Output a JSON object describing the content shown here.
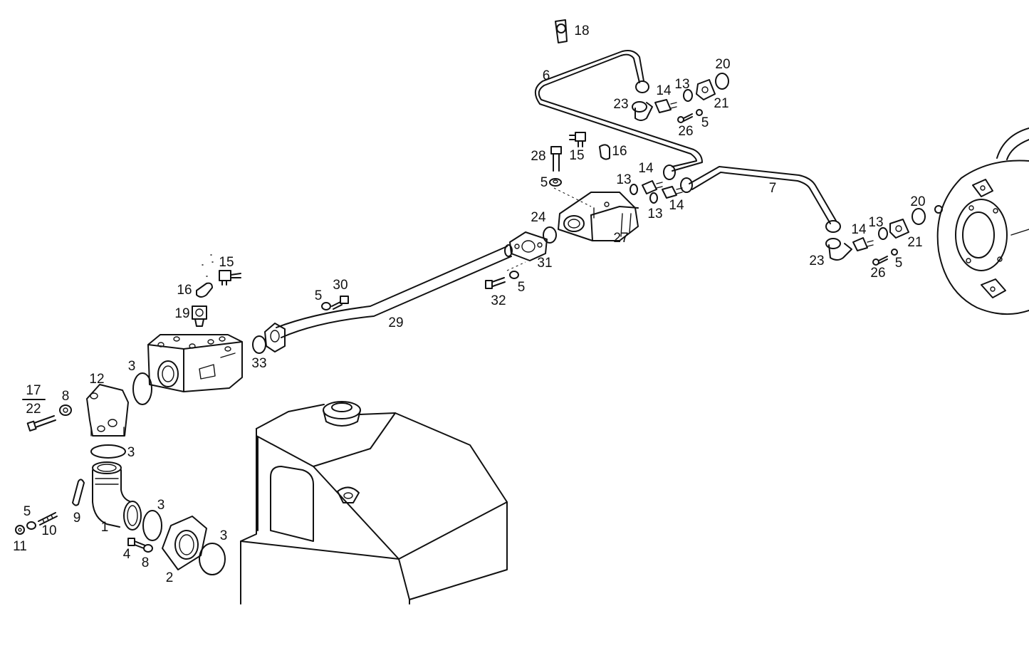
{
  "diagram": {
    "callouts": [
      {
        "id": "c1",
        "text": "1"
      },
      {
        "id": "c2",
        "text": "2"
      },
      {
        "id": "c3a",
        "text": "3"
      },
      {
        "id": "c3b",
        "text": "3"
      },
      {
        "id": "c3c",
        "text": "3"
      },
      {
        "id": "c3d",
        "text": "3"
      },
      {
        "id": "c4",
        "text": "4"
      },
      {
        "id": "c5a",
        "text": "5"
      },
      {
        "id": "c5b",
        "text": "5"
      },
      {
        "id": "c5c",
        "text": "5"
      },
      {
        "id": "c5d",
        "text": "5"
      },
      {
        "id": "c5e",
        "text": "5"
      },
      {
        "id": "c5f",
        "text": "5"
      },
      {
        "id": "c6",
        "text": "6"
      },
      {
        "id": "c7",
        "text": "7"
      },
      {
        "id": "c8a",
        "text": "8"
      },
      {
        "id": "c8b",
        "text": "8"
      },
      {
        "id": "c9",
        "text": "9"
      },
      {
        "id": "c10",
        "text": "10"
      },
      {
        "id": "c11",
        "text": "11"
      },
      {
        "id": "c12",
        "text": "12"
      },
      {
        "id": "c13a",
        "text": "13"
      },
      {
        "id": "c13b",
        "text": "13"
      },
      {
        "id": "c13c",
        "text": "13"
      },
      {
        "id": "c13d",
        "text": "13"
      },
      {
        "id": "c14a",
        "text": "14"
      },
      {
        "id": "c14b",
        "text": "14"
      },
      {
        "id": "c14c",
        "text": "14"
      },
      {
        "id": "c14d",
        "text": "14"
      },
      {
        "id": "c15a",
        "text": "15"
      },
      {
        "id": "c15b",
        "text": "15"
      },
      {
        "id": "c16a",
        "text": "16"
      },
      {
        "id": "c16b",
        "text": "16"
      },
      {
        "id": "c17",
        "text": "17"
      },
      {
        "id": "c18",
        "text": "18"
      },
      {
        "id": "c19",
        "text": "19"
      },
      {
        "id": "c20a",
        "text": "20"
      },
      {
        "id": "c20b",
        "text": "20"
      },
      {
        "id": "c21a",
        "text": "21"
      },
      {
        "id": "c21b",
        "text": "21"
      },
      {
        "id": "c22",
        "text": "22"
      },
      {
        "id": "c23a",
        "text": "23"
      },
      {
        "id": "c23b",
        "text": "23"
      },
      {
        "id": "c24",
        "text": "24"
      },
      {
        "id": "c26a",
        "text": "26"
      },
      {
        "id": "c26b",
        "text": "26"
      },
      {
        "id": "c27",
        "text": "27"
      },
      {
        "id": "c28",
        "text": "28"
      },
      {
        "id": "c29",
        "text": "29"
      },
      {
        "id": "c30",
        "text": "30"
      },
      {
        "id": "c31",
        "text": "31"
      },
      {
        "id": "c32",
        "text": "32"
      },
      {
        "id": "c33",
        "text": "33"
      }
    ]
  }
}
